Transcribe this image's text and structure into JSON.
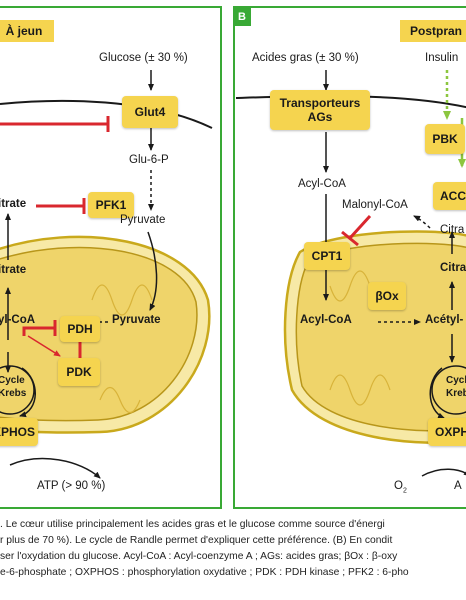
{
  "panel_b_letter": "B",
  "left": {
    "state_tag": "À jeun",
    "glucose": "Glucose (± 30 %)",
    "glut4": "Glut4",
    "glu6p": "Glu-6-P",
    "citrate_outer": "itrate",
    "pfk1": "PFK1",
    "pyruvate_outer": "Pyruvate",
    "citrate_inner": "itrate",
    "acylcoa": "yl-CoA",
    "pdh": "PDH",
    "pyruvate_inner": "Pyruvate",
    "pdk": "PDK",
    "cycle_line1": "Cycle",
    "cycle_line2": "Krebs",
    "oxphos": "XPHOS",
    "atp": "ATP (> 90 %)"
  },
  "right": {
    "state_tag": "Postpran",
    "fatty_acids": "Acides gras (± 30 %)",
    "insulin": "Insulin",
    "transport_line1": "Transporteurs",
    "transport_line2": "AGs",
    "pbk": "PBK",
    "acylcoa_outer": "Acyl-CoA",
    "acc": "ACC",
    "malonyl": "Malonyl-CoA",
    "citrate_outer": "Citra",
    "cpt1": "CPT1",
    "citrate_inner": "Citra",
    "box": "βOx",
    "acylcoa_inner": "Acyl-CoA",
    "acetyl": "Acétyl-",
    "cycle_line1": "Cycl",
    "cycle_line2": "Kreb",
    "oxphos": "OXPH",
    "o2": "O",
    "o2_sub": "2",
    "a": "A"
  },
  "caption": [
    ". Le cœur utilise principalement les acides gras et le glucose comme source d'énergi",
    "r plus de 70 %). Le cycle de Randle permet d'expliquer cette préférence. (B) En condit",
    "ser l'oxydation du glucose. Acyl-CoA : Acyl-coenzyme A ; AGs: acides gras; βOx : β-oxy",
    "e-6-phosphate ; OXPHOS : phosphorylation oxydative ; PDK : PDH kinase ; PFK2 : 6-pho"
  ],
  "colors": {
    "frame_green": "#39a935",
    "tag_yellow": "#f5d44f",
    "inhibit_red": "#d9272e",
    "activate_green": "#8cc63f",
    "mito_outer": "#f7e9a6",
    "mito_inner": "#efd46a"
  }
}
